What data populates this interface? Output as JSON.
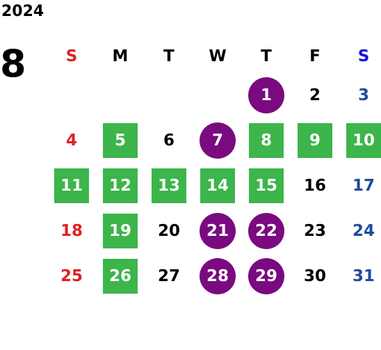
{
  "calendar": {
    "year": "2024",
    "month": "8",
    "colors": {
      "sunday": "#e02020",
      "saturday": "#1f4b9c",
      "saturday_header": "#1010e0",
      "weekday": "#000000",
      "box": "#3cb54a",
      "circle": "#7a0a7f",
      "highlight_text": "#ffffff"
    },
    "weekdays": [
      {
        "label": "S",
        "kind": "sunday"
      },
      {
        "label": "M",
        "kind": "weekday"
      },
      {
        "label": "T",
        "kind": "weekday"
      },
      {
        "label": "W",
        "kind": "weekday"
      },
      {
        "label": "T",
        "kind": "weekday"
      },
      {
        "label": "F",
        "kind": "weekday"
      },
      {
        "label": "S",
        "kind": "saturday"
      }
    ],
    "weeks": [
      [
        null,
        null,
        null,
        null,
        {
          "d": "1",
          "mark": "circle"
        },
        {
          "d": "2"
        },
        {
          "d": "3"
        }
      ],
      [
        {
          "d": "4"
        },
        {
          "d": "5",
          "mark": "box"
        },
        {
          "d": "6"
        },
        {
          "d": "7",
          "mark": "circle"
        },
        {
          "d": "8",
          "mark": "box"
        },
        {
          "d": "9",
          "mark": "box"
        },
        {
          "d": "10",
          "mark": "box"
        }
      ],
      [
        {
          "d": "11",
          "mark": "box"
        },
        {
          "d": "12",
          "mark": "box"
        },
        {
          "d": "13",
          "mark": "box"
        },
        {
          "d": "14",
          "mark": "box"
        },
        {
          "d": "15",
          "mark": "box"
        },
        {
          "d": "16"
        },
        {
          "d": "17"
        }
      ],
      [
        {
          "d": "18"
        },
        {
          "d": "19",
          "mark": "box"
        },
        {
          "d": "20"
        },
        {
          "d": "21",
          "mark": "circle"
        },
        {
          "d": "22",
          "mark": "circle"
        },
        {
          "d": "23"
        },
        {
          "d": "24"
        }
      ],
      [
        {
          "d": "25"
        },
        {
          "d": "26",
          "mark": "box"
        },
        {
          "d": "27"
        },
        {
          "d": "28",
          "mark": "circle"
        },
        {
          "d": "29",
          "mark": "circle"
        },
        {
          "d": "30"
        },
        {
          "d": "31"
        }
      ]
    ]
  }
}
